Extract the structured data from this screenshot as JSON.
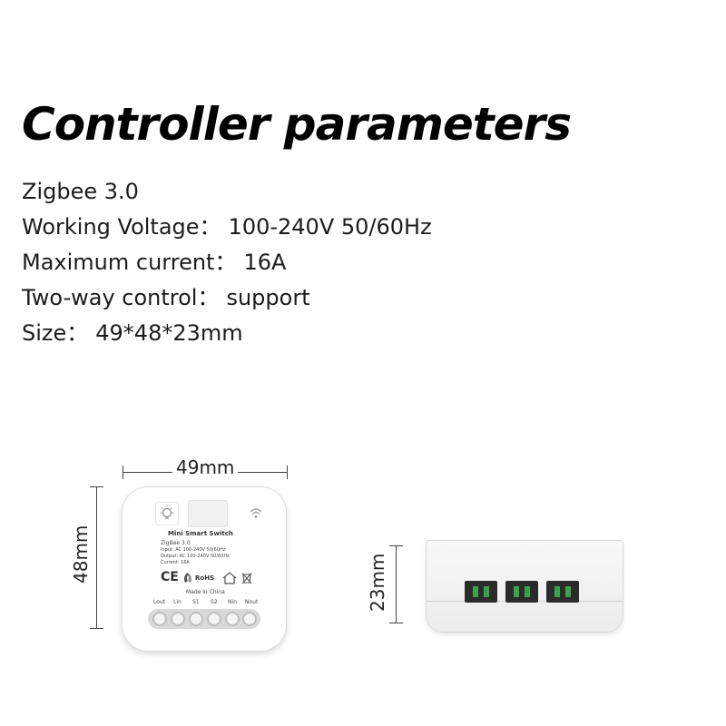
{
  "title": "Controller parameters",
  "specs": [
    {
      "label": "Zigbee 3.0",
      "value": ""
    },
    {
      "label": "Working Voltage：",
      "value": "100-240V 50/60Hz"
    },
    {
      "label": "Maximum current：",
      "value": "16A"
    },
    {
      "label": "Two-way control：",
      "value": "support"
    },
    {
      "label": "Size：",
      "value": "49*48*23mm"
    }
  ],
  "dimensions": {
    "width": "49mm",
    "height": "48mm",
    "depth": "23mm"
  },
  "device_label": {
    "name": "Mini Smart Switch",
    "protocol": "ZigBee 3.0",
    "input": "Input: AC 100-240V  50/60Hz",
    "output": "Output: AC 100-240V  50/60Hz",
    "current": "Current: 16A",
    "cert_ce": "CE",
    "cert_rohs": "RoHS",
    "origin": "Made in China",
    "terminals": [
      "Lout",
      "Lin",
      "S1",
      "S2",
      "Nin",
      "Nout"
    ]
  },
  "icons": [
    "light-bulb-icon",
    "wifi-signal-icon",
    "ce-mark-icon",
    "recycle-icon",
    "rohs-icon",
    "home-icon",
    "weee-bin-icon"
  ]
}
